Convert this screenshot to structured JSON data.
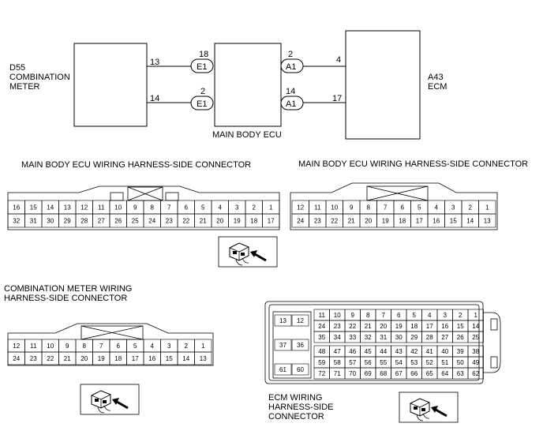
{
  "diagram": {
    "components": {
      "combination_meter": [
        "D55",
        "COMBINATION",
        "METER"
      ],
      "main_body_ecu": "MAIN BODY ECU",
      "ecm": [
        "A43",
        "ECM"
      ]
    },
    "wires": {
      "meter_pin_upper": "13",
      "meter_pin_lower": "14",
      "ecu_left_pin_upper": "18",
      "ecu_left_pin_lower": "2",
      "ecu_left_connector": "E1",
      "ecu_right_pin_upper": "2",
      "ecu_right_pin_lower": "14",
      "ecu_right_connector": "A1",
      "ecm_pin_upper": "4",
      "ecm_pin_lower": "17"
    },
    "connectors": {
      "e1_title": "MAIN BODY ECU WIRING HARNESS-SIDE CONNECTOR",
      "e1_top": [
        "16",
        "15",
        "14",
        "13",
        "12",
        "11",
        "10",
        "9",
        "8",
        "7",
        "6",
        "5",
        "4",
        "3",
        "2",
        "1"
      ],
      "e1_bottom": [
        "32",
        "31",
        "30",
        "29",
        "28",
        "27",
        "26",
        "25",
        "24",
        "23",
        "22",
        "21",
        "20",
        "19",
        "18",
        "17"
      ],
      "a1_title": "MAIN BODY ECU WIRING HARNESS-SIDE CONNECTOR",
      "a1_top": [
        "12",
        "11",
        "10",
        "9",
        "8",
        "7",
        "6",
        "5",
        "4",
        "3",
        "2",
        "1"
      ],
      "a1_bottom": [
        "24",
        "23",
        "22",
        "21",
        "20",
        "19",
        "18",
        "17",
        "16",
        "15",
        "14",
        "13"
      ],
      "meter_title": [
        "COMBINATION METER WIRING",
        "HARNESS-SIDE CONNECTOR"
      ],
      "meter_top": [
        "12",
        "11",
        "10",
        "9",
        "8",
        "7",
        "6",
        "5",
        "4",
        "3",
        "2",
        "1"
      ],
      "meter_bottom": [
        "24",
        "23",
        "22",
        "21",
        "20",
        "19",
        "18",
        "17",
        "16",
        "15",
        "14",
        "13"
      ],
      "ecm_title": [
        "ECM WIRING",
        "HARNESS-SIDE",
        "CONNECTOR"
      ],
      "ecm_small": [
        "13",
        "12",
        "37",
        "36",
        "61",
        "60"
      ],
      "ecm_upper": [
        [
          "11",
          "10",
          "9",
          "8",
          "7",
          "6",
          "5",
          "4",
          "3",
          "2",
          "1"
        ],
        [
          "24",
          "23",
          "22",
          "21",
          "20",
          "19",
          "18",
          "17",
          "16",
          "15",
          "14"
        ],
        [
          "35",
          "34",
          "33",
          "32",
          "31",
          "30",
          "29",
          "28",
          "27",
          "26",
          "25"
        ]
      ],
      "ecm_lower": [
        [
          "48",
          "47",
          "46",
          "45",
          "44",
          "43",
          "42",
          "41",
          "40",
          "39",
          "38"
        ],
        [
          "59",
          "58",
          "57",
          "56",
          "55",
          "54",
          "53",
          "52",
          "51",
          "50",
          "49"
        ],
        [
          "72",
          "71",
          "70",
          "69",
          "68",
          "67",
          "66",
          "65",
          "64",
          "63",
          "62"
        ]
      ]
    }
  }
}
